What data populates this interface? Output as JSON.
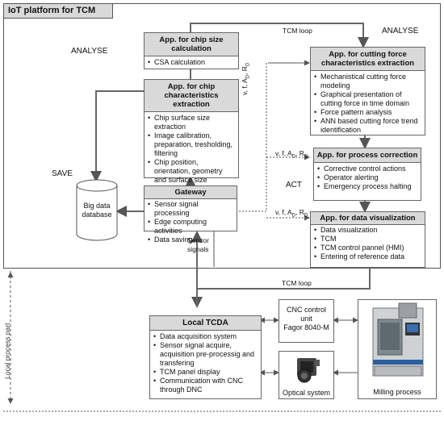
{
  "platform": {
    "title": "IoT platform for TCM"
  },
  "labels": {
    "analyse_left": "ANALYSE",
    "analyse_right": "ANALYSE",
    "save": "SAVE",
    "act": "ACT",
    "tcm_loop_top": "TCM loop",
    "tcm_loop_bottom": "TCM loop",
    "sensor_signals_1": "Senzor",
    "sensor_signals_2": "signals",
    "local_process": "Local process part",
    "params_vertical": "v, f, AD, RD",
    "params_1": "v, f, AD, RD",
    "params_2": "v, f, AD, RD"
  },
  "boxes": {
    "chip_size": {
      "title": "App.  for chip size calculation",
      "items": [
        "CSA calculation"
      ]
    },
    "chip_char": {
      "title": "App. for chip characteristics extraction",
      "items": [
        "Chip surface size extraction",
        "Image calibration, preparation, tresholding, filtering",
        "Chip position, orientation, geometry and surface size detection"
      ]
    },
    "gateway": {
      "title": "Gateway",
      "items": [
        "Sensor signal processing",
        "Edge computing activities",
        "Data saving"
      ]
    },
    "cutting_force": {
      "title": "App. for cutting force characteristics extraction",
      "items": [
        "Mechanistical cutting force modeling",
        "Graphical presentation of cutting force in time domain",
        "Force pattern analysis",
        "ANN based cutting force trend identification"
      ]
    },
    "process_correction": {
      "title": "App. for process correction",
      "items": [
        "Corrective control actions",
        "Operator alerting",
        "Emergency process halting"
      ]
    },
    "data_viz": {
      "title": "App. for data visualization",
      "items": [
        "Data visualization",
        "TCM",
        "TCM control pannel (HMI)",
        "Entering of reference data"
      ]
    },
    "local_tcda": {
      "title": "Local TCDA",
      "items": [
        "Data acquisition system",
        "Sensor signal acquire, acquisition pre-processig and transfering",
        "TCM panel display",
        "Communication with CNC through DNC"
      ]
    },
    "cnc": {
      "text": [
        "CNC control",
        "unit",
        "Fagor 8040-M"
      ]
    },
    "database": {
      "text": [
        "Big data",
        "database"
      ]
    },
    "optical": {
      "label": "Optical system"
    },
    "milling": {
      "label": "Milling process"
    }
  }
}
